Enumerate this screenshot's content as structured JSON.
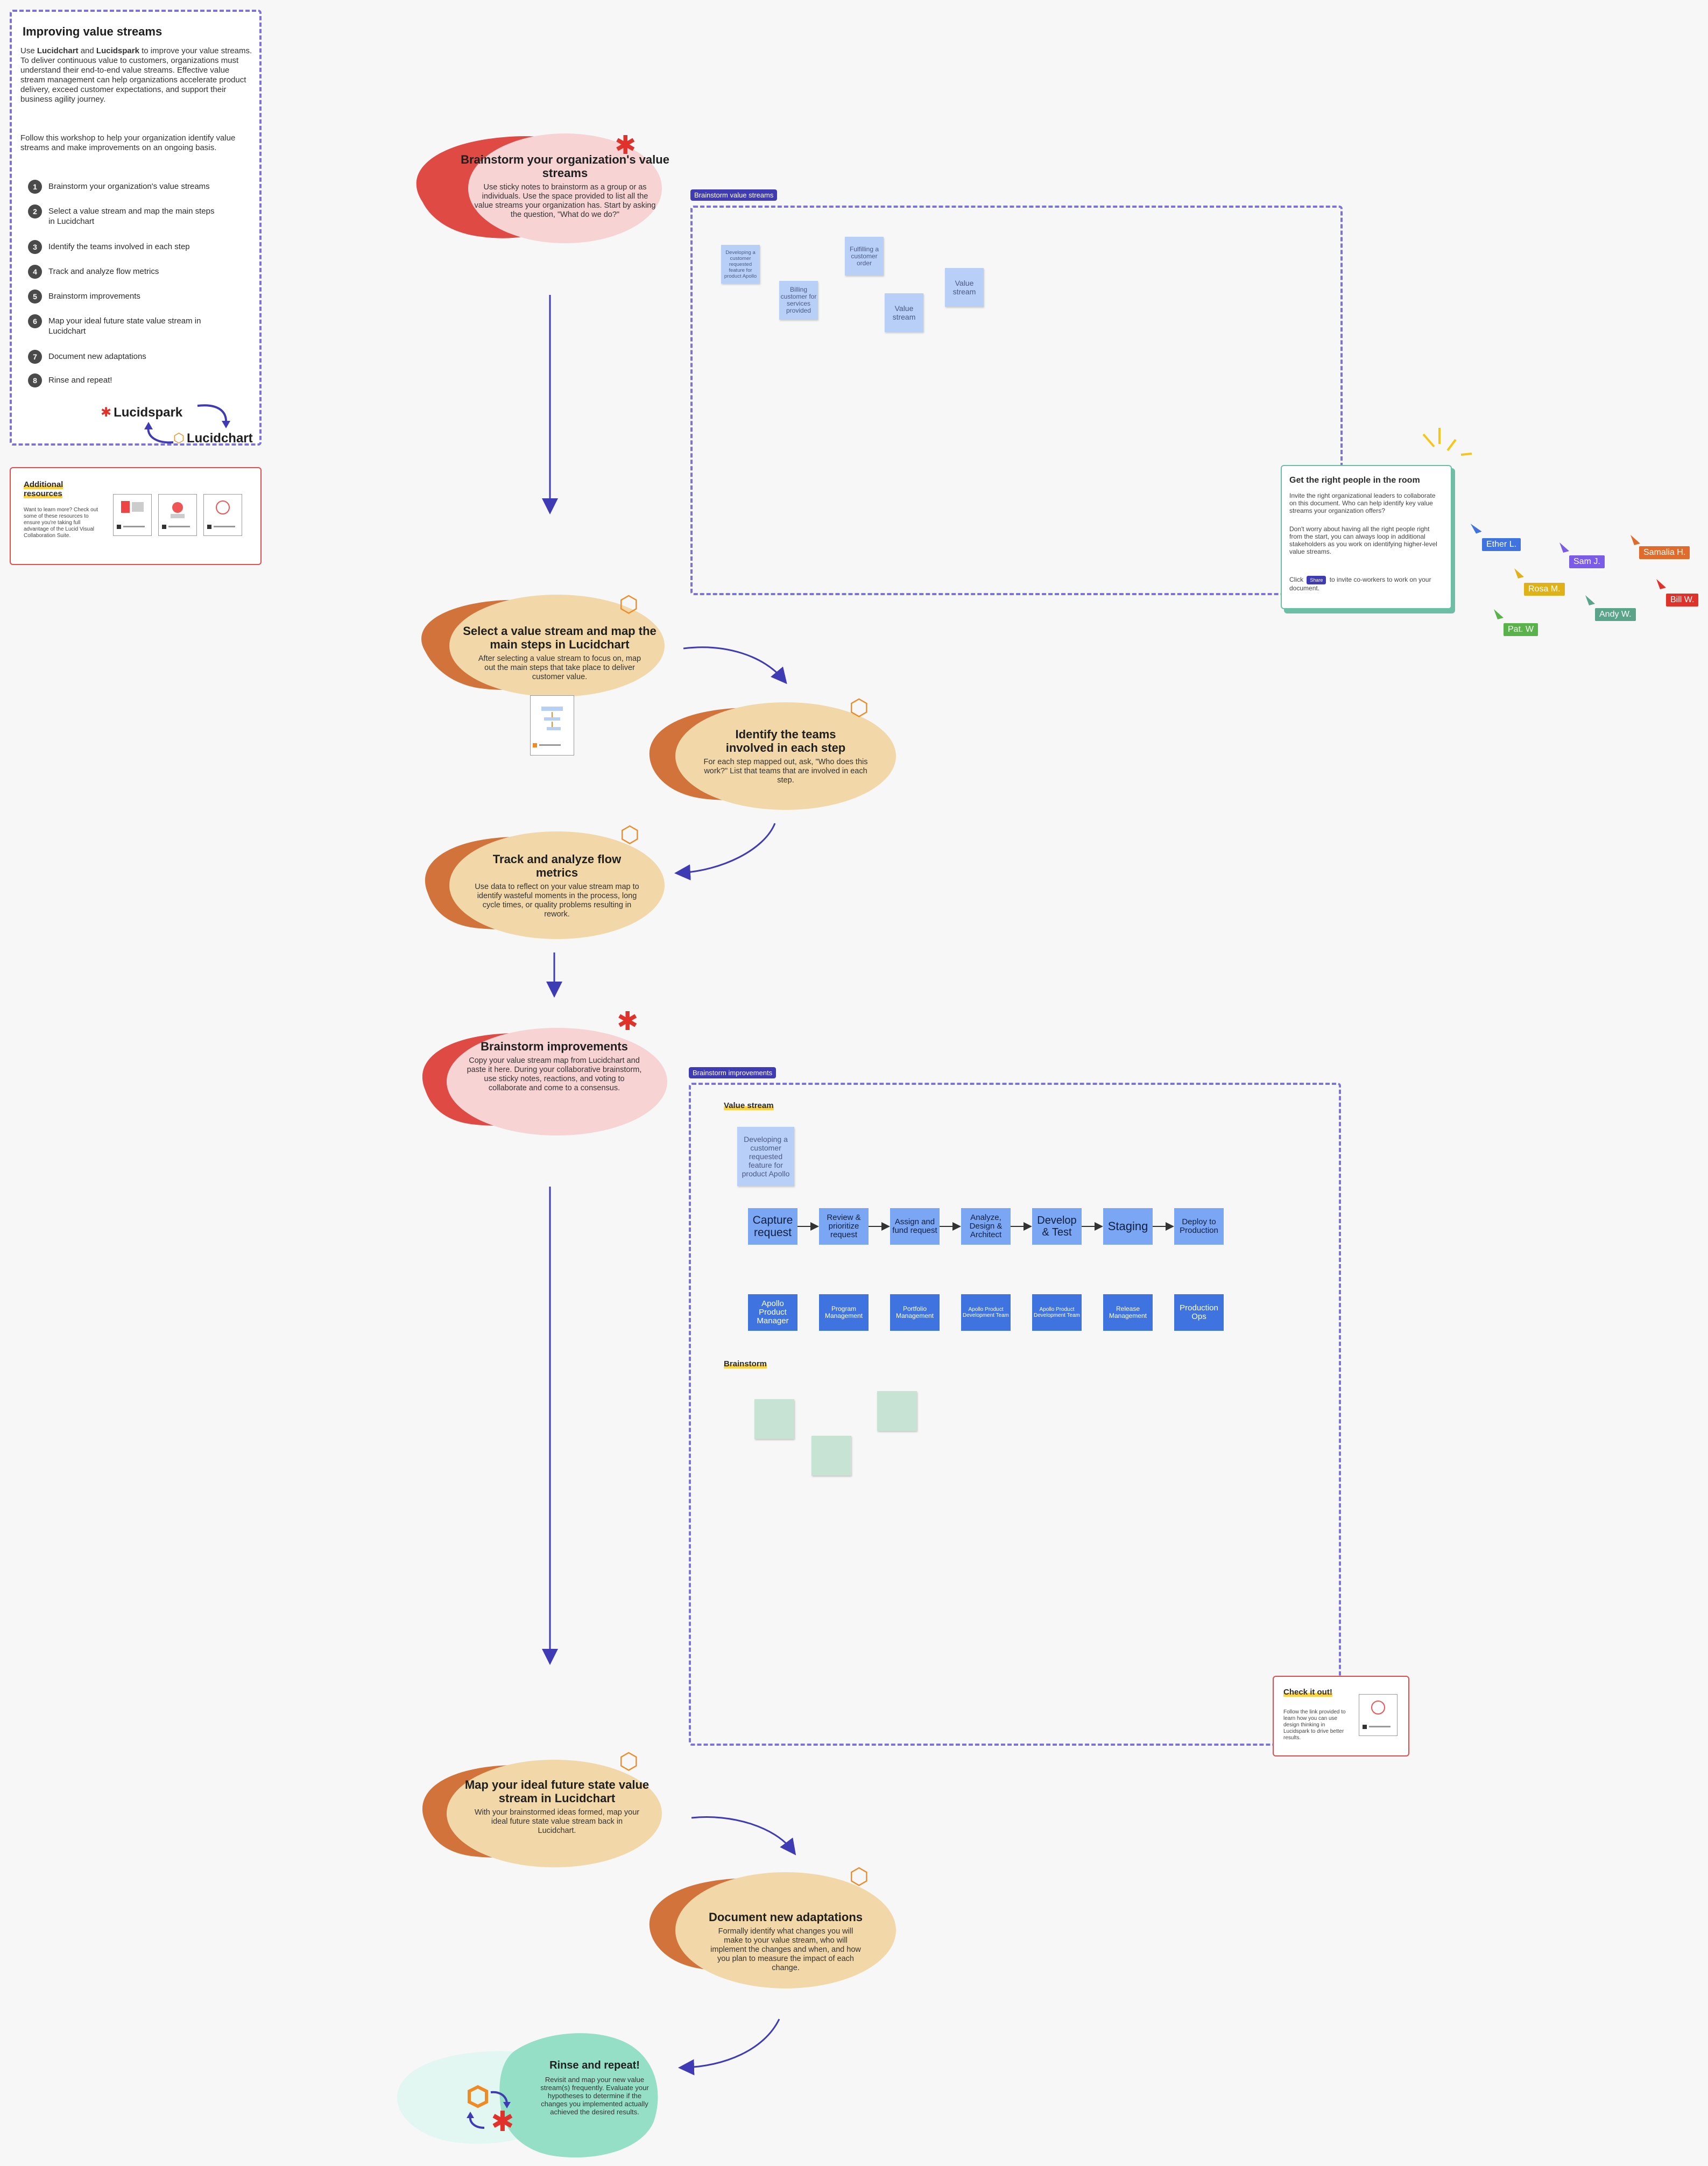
{
  "intro": {
    "title": "Improving value streams",
    "para1_pre": "Use ",
    "para1_b1": "Lucidchart",
    "para1_mid": " and ",
    "para1_b2": "Lucidspark",
    "para1_post": " to improve your value streams. To deliver continuous value to customers, organizations must understand their end-to-end value streams. Effective value stream management can help organizations accelerate product delivery, exceed customer expectations, and support their business agility journey.",
    "para2": "Follow this workshop to help your organization identify value streams and make improvements on an ongoing basis.",
    "steps": [
      {
        "n": "1",
        "text": "Brainstorm your organization's value streams"
      },
      {
        "n": "2",
        "text": "Select a value stream and map the main steps in Lucidchart"
      },
      {
        "n": "3",
        "text": "Identify the teams involved in each step"
      },
      {
        "n": "4",
        "text": "Track and analyze flow metrics"
      },
      {
        "n": "5",
        "text": "Brainstorm improvements"
      },
      {
        "n": "6",
        "text": "Map your ideal future state value stream in Lucidchart"
      },
      {
        "n": "7",
        "text": "Document new adaptations"
      },
      {
        "n": "8",
        "text": "Rinse and repeat!"
      }
    ],
    "logo_spark": "Lucidspark",
    "logo_chart": "Lucidchart"
  },
  "resources": {
    "title": "Additional resources",
    "body": "Want to learn more? Check out some of these resources to ensure you're taking full advantage of the Lucid Visual Collaboration Suite."
  },
  "blobs": {
    "b1": {
      "title": "Brainstorm your organization's value streams",
      "body": "Use sticky notes to brainstorm as a group or as individuals. Use the space provided to list all the value streams your organization has. Start by asking the question, \"What do we do?\""
    },
    "b2": {
      "title": "Select a value stream and map the main steps in Lucidchart",
      "body": "After selecting a value stream to focus on, map out the main steps that take place to deliver customer value."
    },
    "b3": {
      "title": "Identify the teams involved in each step",
      "body": "For each step mapped out, ask, \"Who does this work?\" List that teams that are involved in each step."
    },
    "b4": {
      "title": "Track and analyze flow metrics",
      "body": "Use data to reflect on your value stream map to identify wasteful moments in the process, long cycle times, or quality problems resulting in rework."
    },
    "b5": {
      "title": "Brainstorm improvements",
      "body": "Copy your value stream map from Lucidchart and paste it here. During your collaborative brainstorm, use sticky notes, reactions, and voting to collaborate and come to a consensus."
    },
    "b6": {
      "title": "Map your ideal future state value stream in Lucidchart",
      "body": "With your brainstormed ideas formed, map your ideal future state value stream back in Lucidchart."
    },
    "b7": {
      "title": "Document new adaptations",
      "body": "Formally identify what changes you will make to your value stream, who will implement the changes and when, and how you plan to measure the impact of each change."
    },
    "b8": {
      "title": "Rinse and repeat!",
      "body": "Revisit and map your new value stream(s) frequently. Evaluate your hypotheses to determine if the changes you implemented actually achieved the desired results."
    }
  },
  "frame1": {
    "tag": "Brainstorm value streams",
    "stickies": [
      "Developing a customer requested feature for product Apollo",
      "Billing customer for services provided",
      "Fulfilling a customer order",
      "Value stream",
      "Value stream"
    ]
  },
  "people": {
    "title": "Get the right people in the room",
    "p1": "Invite the right organizational leaders to collaborate on this document. Who can help identify key value streams your organization offers?",
    "p2": "Don't worry about having all the right people right from the start, you can always loop in additional stakeholders as you work on identifying higher-level value streams.",
    "p3_pre": "Click",
    "share": "Share",
    "p3_post": "to invite co-workers to work on your document."
  },
  "cursors": [
    "Ether L.",
    "Sam J.",
    "Samalia H.",
    "Rosa M.",
    "Bill W.",
    "Andy W.",
    "Pat. W"
  ],
  "frame2": {
    "tag": "Brainstorm improvements",
    "value_stream_label": "Value stream",
    "sticky": "Developing a customer requested feature for product Apollo",
    "steps": [
      "Capture request",
      "Review & prioritize request",
      "Assign and fund request",
      "Analyze, Design & Architect",
      "Develop & Test",
      "Staging",
      "Deploy to Production"
    ],
    "teams": [
      "Apollo Product Manager",
      "Program Management",
      "Portfolio Management",
      "Apollo Product Development Team",
      "Apollo Product Development Team",
      "Release Management",
      "Production Ops"
    ],
    "brainstorm_label": "Brainstorm"
  },
  "checkit": {
    "title": "Check it out!",
    "body": "Follow the link provided to learn how you can use design thinking in Lucidspark to drive better results."
  }
}
